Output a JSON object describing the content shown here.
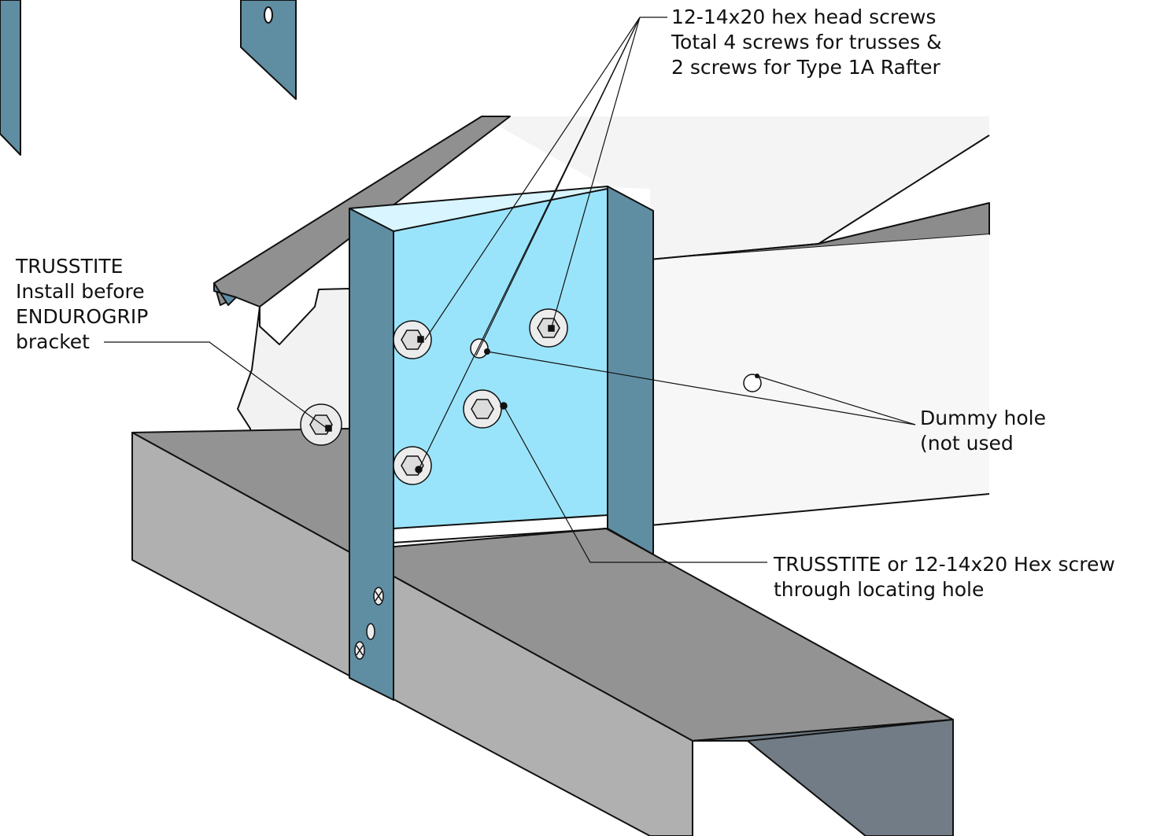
{
  "callouts": {
    "hex_screws": {
      "lines": [
        "12-14x20 hex head screws",
        "Total 4 screws for trusses &",
        "2 screws for Type 1A Rafter"
      ]
    },
    "trusstite_install": {
      "lines": [
        "TRUSSTITE",
        "Install before",
        "ENDUROGRIP",
        "bracket"
      ]
    },
    "dummy_hole": {
      "lines": [
        "Dummy hole",
        "(not used"
      ]
    },
    "locating_screw": {
      "lines": [
        "TRUSSTITE or 12-14x20 Hex screw",
        "through locating hole"
      ]
    }
  },
  "colors": {
    "bracket_face": "#9ae4fb",
    "bracket_flange": "#5f8ea3",
    "channel_side": "#b0b0b0",
    "channel_top": "#929292",
    "channel_inner": "#6f7a85",
    "timber_face": "#f2f2f2",
    "line": "#111111"
  }
}
